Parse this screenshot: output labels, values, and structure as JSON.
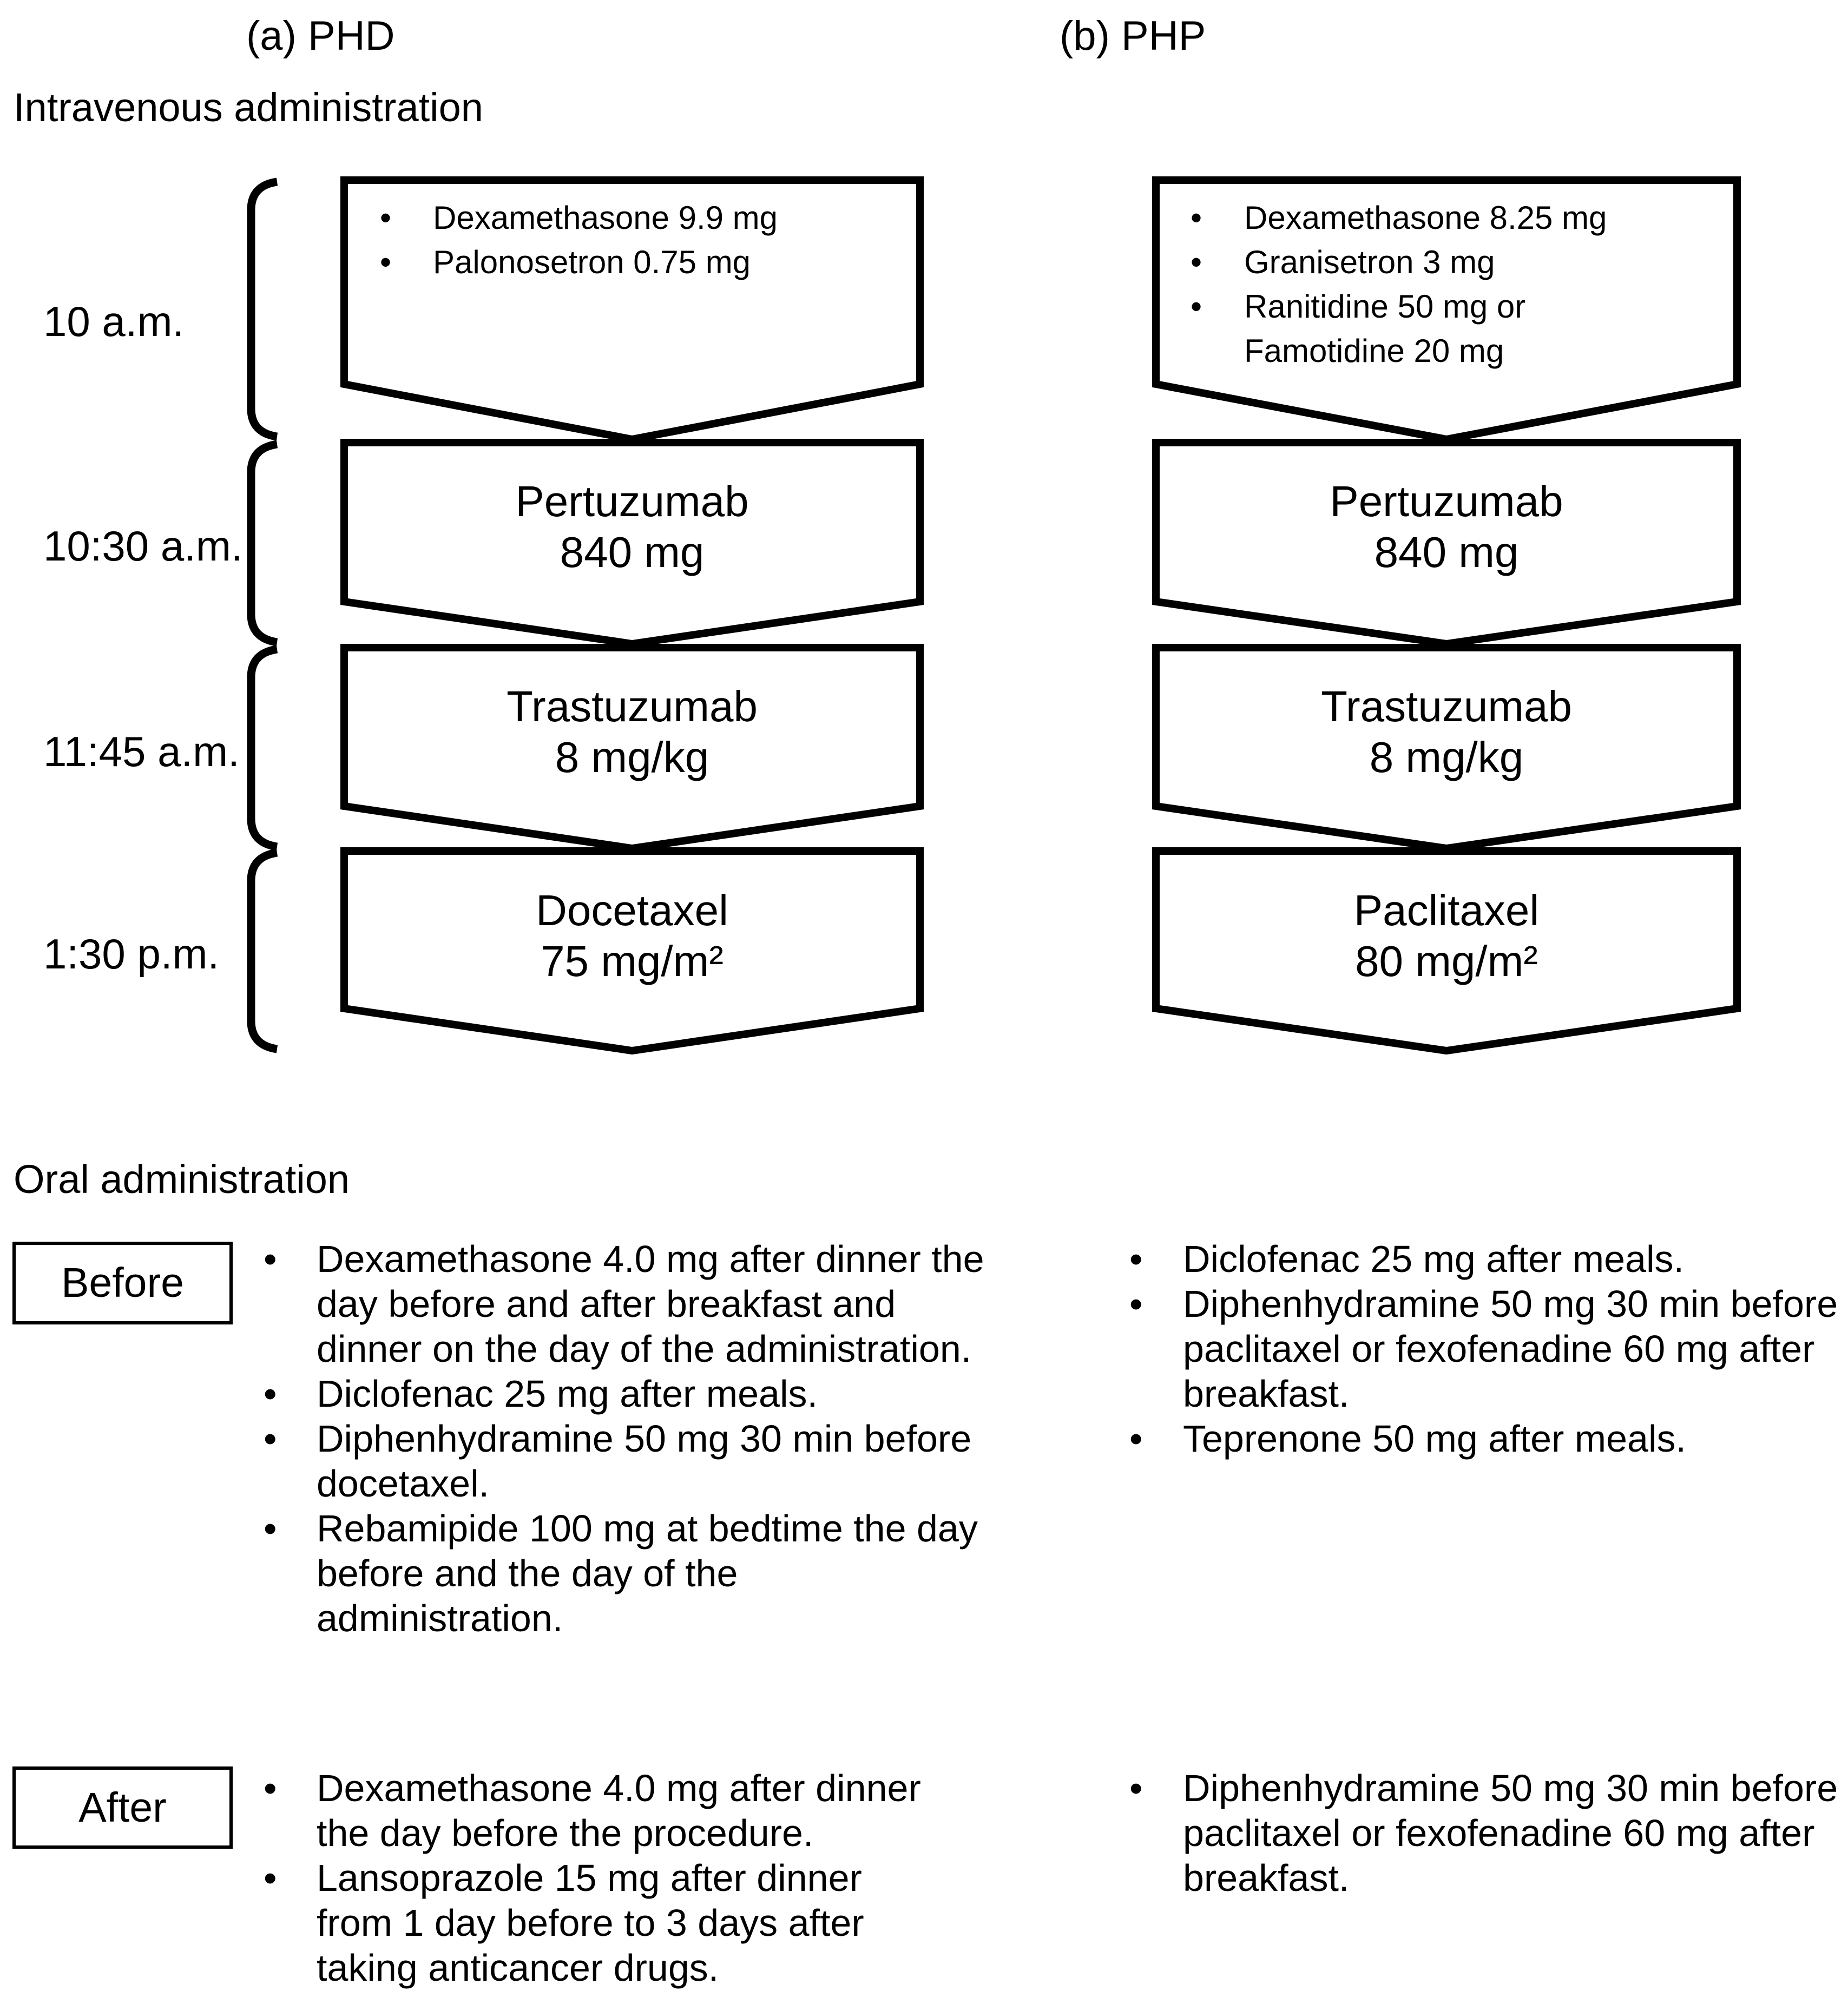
{
  "glyphs": {
    "bullet": "•"
  },
  "colors": {
    "ink": "#000000",
    "background": "#ffffff"
  },
  "headers": {
    "a": "(a) PHD",
    "b": "(b) PHP"
  },
  "iv": {
    "label": "Intravenous administration",
    "times": [
      "10 a.m.",
      "10:30 a.m.",
      "11:45 a.m.",
      "1:30 p.m."
    ],
    "phd": {
      "premeds": [
        "Dexamethasone 9.9 mg",
        "Palonosetron 0.75 mg"
      ],
      "steps": [
        {
          "name": "Pertuzumab",
          "dose": "840 mg"
        },
        {
          "name": "Trastuzumab",
          "dose": "8 mg/kg"
        },
        {
          "name": "Docetaxel",
          "dose": "75 mg/m²"
        }
      ]
    },
    "php": {
      "premeds": [
        "Dexamethasone 8.25 mg",
        "Granisetron 3 mg",
        "Ranitidine 50 mg or",
        "Famotidine 20 mg"
      ],
      "steps": [
        {
          "name": "Pertuzumab",
          "dose": "840 mg"
        },
        {
          "name": "Trastuzumab",
          "dose": "8 mg/kg"
        },
        {
          "name": "Paclitaxel",
          "dose": "80 mg/m²"
        }
      ]
    }
  },
  "oral": {
    "label": "Oral administration",
    "before_label": "Before",
    "after_label": "After",
    "before_phd": [
      "Dexamethasone 4.0 mg after dinner the\nday before and after breakfast and\ndinner on the day of the administration.",
      "Diclofenac 25 mg after meals.",
      "Diphenhydramine 50 mg 30 min before\ndocetaxel.",
      "Rebamipide 100 mg at bedtime the day\nbefore and the day of the\nadministration."
    ],
    "before_php": [
      "Diclofenac 25 mg after meals.",
      "Diphenhydramine 50 mg 30 min before\npaclitaxel or fexofenadine 60 mg after\nbreakfast.",
      "Teprenone 50 mg after meals."
    ],
    "after_phd": [
      "Dexamethasone 4.0 mg after dinner\nthe day before the procedure.",
      "Lansoprazole 15 mg after dinner\nfrom 1 day before to 3 days after\ntaking anticancer drugs."
    ],
    "after_php": [
      "Diphenhydramine 50 mg 30 min before\npaclitaxel or fexofenadine 60 mg after\nbreakfast."
    ]
  }
}
